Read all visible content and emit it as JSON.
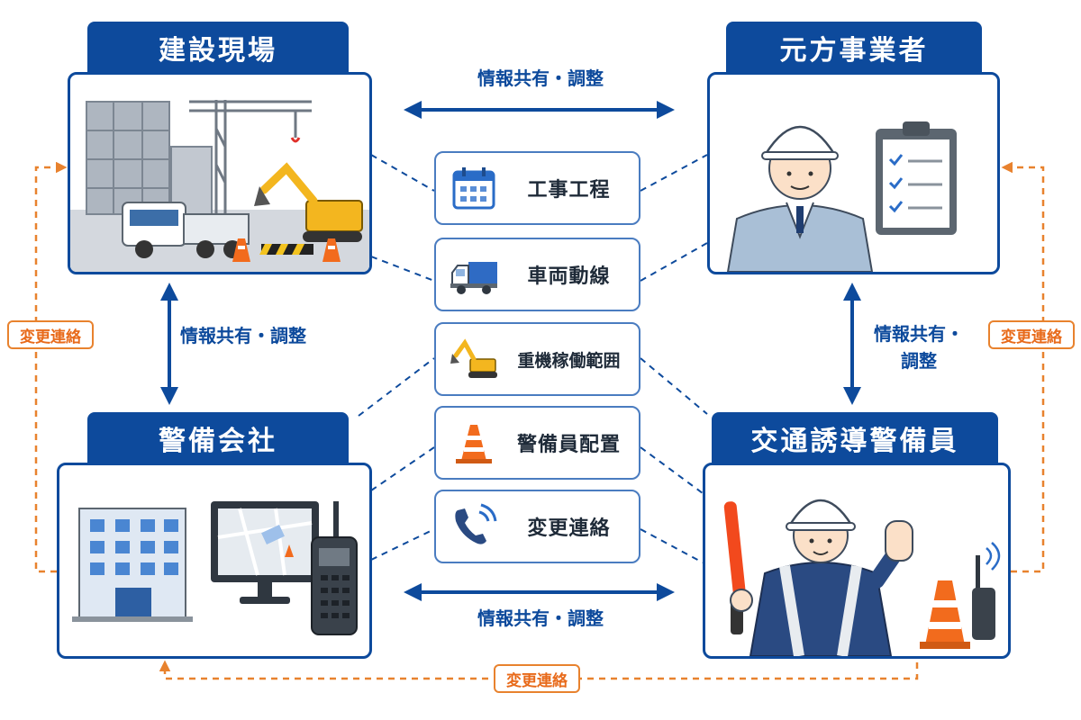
{
  "entities": {
    "site": {
      "title": "建設現場"
    },
    "contractor": {
      "title": "元方事業者"
    },
    "security": {
      "title": "警備会社"
    },
    "guard": {
      "title": "交通誘導警備員"
    }
  },
  "info_items": [
    {
      "label": "工事工程",
      "icon": "calendar-icon"
    },
    {
      "label": "車両動線",
      "icon": "truck-icon"
    },
    {
      "label": "重機稼働範囲",
      "icon": "excavator-icon"
    },
    {
      "label": "警備員配置",
      "icon": "traffic-cone-icon"
    },
    {
      "label": "変更連絡",
      "icon": "phone-icon"
    }
  ],
  "connections": {
    "share_label": "情報共有・調整",
    "right_share_line1": "情報共有・",
    "right_share_line2": "調整",
    "change_label": "変更連絡"
  },
  "colors": {
    "primary_blue": "#0d4a9c",
    "orange": "#e8822e",
    "box_border": "#4a7cc0"
  }
}
